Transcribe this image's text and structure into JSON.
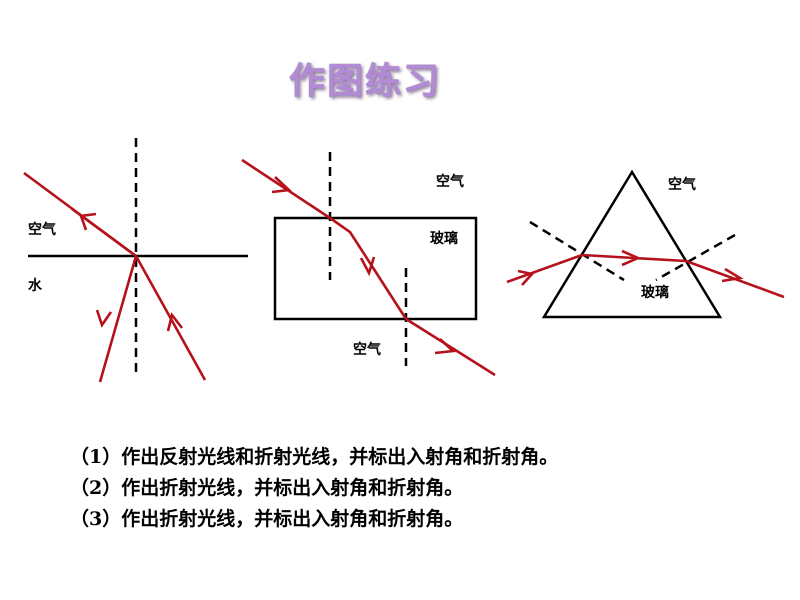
{
  "title": "作图练习",
  "figure1": {
    "medium_top": "空气",
    "medium_bottom": "水"
  },
  "figure2": {
    "medium_top": "空气",
    "medium_middle": "玻璃",
    "medium_bottom": "空气"
  },
  "figure3": {
    "medium_outside": "空气",
    "medium_inside": "玻璃"
  },
  "questions": [
    "（1）作出反射光线和折射光线，并标出入射角和折射角。",
    "（2）作出折射光线，并标出入射角和折射角。",
    "（3）作出折射光线，并标出入射角和折射角。"
  ],
  "colors": {
    "ray": "#b5121b",
    "title": "#b38ad6"
  }
}
